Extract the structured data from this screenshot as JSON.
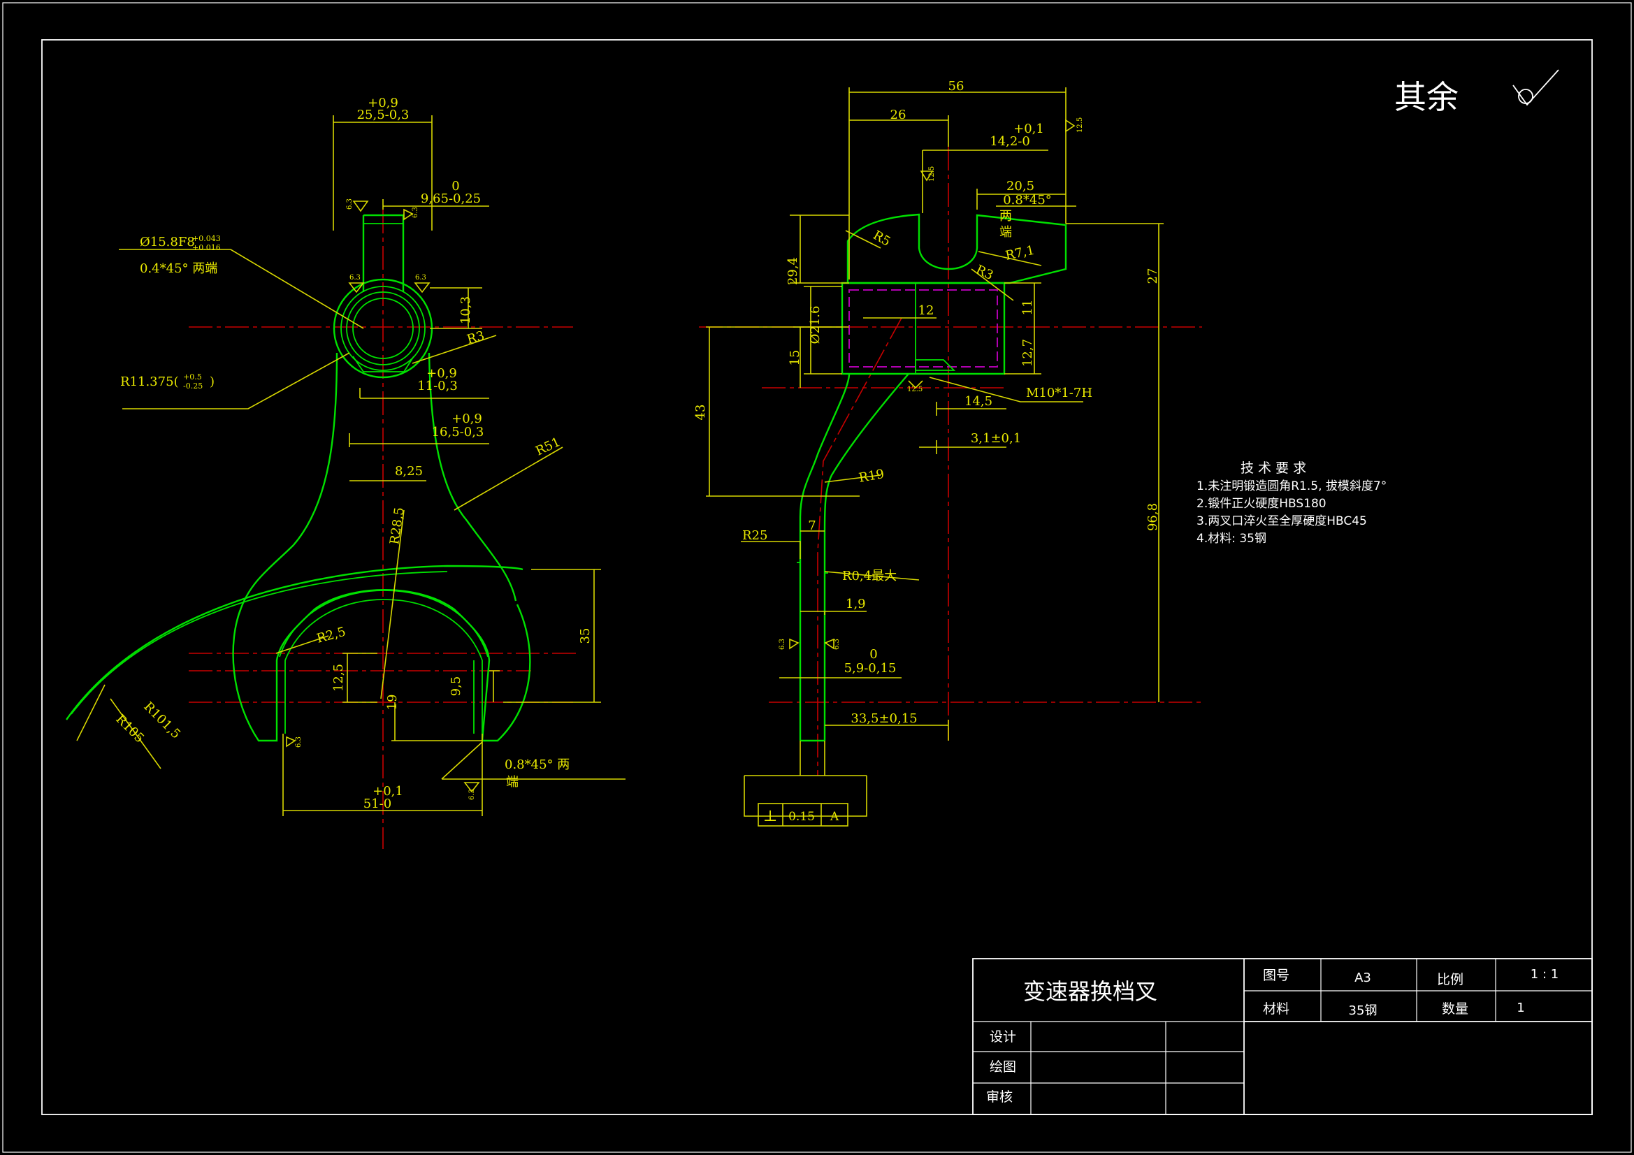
{
  "roughness_note": {
    "label": "其余"
  },
  "left_view": {
    "dims": {
      "top_width_tol": "+0,9",
      "top_width": "25,5-0,3",
      "slot_tol": "0",
      "slot": "9,65-0,25",
      "bore_fit": "Ø15.8F8",
      "bore_fit_upper": "+0.043",
      "bore_fit_lower": "+0.016",
      "bore_chamfer": "0.4*45° 两端",
      "boss_radius": "R11.375(",
      "boss_radius_upper": "+0.5",
      "boss_radius_lower": "-0.25",
      "boss_radius_close": ")",
      "boss_height": "10,3",
      "r3": "R3",
      "w11_tol": "+0,9",
      "w11": "11-0,3",
      "w16_tol": "+0,9",
      "w16": "16,5-0,3",
      "w825": "8,25",
      "r51": "R51",
      "r285": "R28,5",
      "h35": "35",
      "r25": "R2,5",
      "h125": "12,5",
      "h95": "9,5",
      "h19": "19",
      "r1015": "R101,5",
      "r105": "R105",
      "fork_chamfer_a": "0.8*45° 两",
      "fork_chamfer_b": "端",
      "w51_tol": "+0,1",
      "w51": "51-0"
    },
    "roughness_values": [
      "6.3",
      "6.3",
      "6.3",
      "6.3",
      "6.3",
      "6.3"
    ]
  },
  "right_view": {
    "dims": {
      "w56": "56",
      "w26": "26",
      "w142_tol": "+0,1",
      "w142": "14,2-0",
      "w205": "20,5",
      "chamfer": "0.8*45°",
      "chamfer_a": "两",
      "chamfer_b": "端",
      "r5": "R5",
      "r71": "R7,1",
      "r3": "R3",
      "h294": "29,4",
      "h27": "27",
      "d216": "Ø21.6",
      "w12": "12",
      "h11": "11",
      "h127": "12,7",
      "h15": "15",
      "thread": "M10*1-7H",
      "w145": "14,5",
      "w31": "3,1±0,1",
      "h43": "43",
      "r19": "R19",
      "h968": "96,8",
      "r25": "R25",
      "w7": "7",
      "r04": "R0,4最大",
      "w19": "1,9",
      "t59_tol": "0",
      "t59": "5,9-0,15",
      "w335": "33,5±0,15"
    },
    "roughness_values": [
      "12.5",
      "12.5",
      "12.5",
      "6.3",
      "6.3"
    ],
    "tolerance_frame": {
      "symbol": "⊥",
      "value": "0.15",
      "datum": "A"
    }
  },
  "tech_requirements": {
    "title": "技 术 要 求",
    "items": [
      "1.未注明锻造圆角R1.5, 拔模斜度7°",
      "2.锻件正火硬度HBS180",
      "3.两叉口淬火至全厚硬度HBC45",
      "4.材料: 35钢"
    ]
  },
  "title_block": {
    "part_name": "变速器换档叉",
    "drawing_no_label": "图号",
    "drawing_no": "A3",
    "scale_label": "比例",
    "scale": "1 : 1",
    "material_label": "材料",
    "material": "35钢",
    "quantity_label": "数量",
    "quantity": "1",
    "design_label": "设计",
    "draw_label": "绘图",
    "review_label": "审核"
  }
}
